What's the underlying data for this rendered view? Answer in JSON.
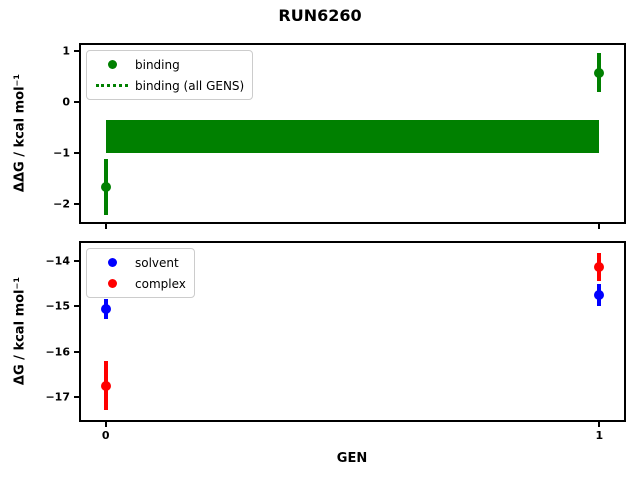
{
  "figure": {
    "title": "RUN6260",
    "background": "#ffffff"
  },
  "colors": {
    "binding": "#008000",
    "solvent": "#0000ff",
    "complex": "#ff0000",
    "axis": "#000000",
    "legend_border": "#cccccc"
  },
  "chart_data": [
    {
      "type": "scatter",
      "id": "binding-subplot",
      "xlabel": "",
      "ylabel": "ΔΔG / kcal mol⁻¹",
      "xlim": [
        -0.05,
        1.05
      ],
      "ylim": [
        -2.35,
        1.11
      ],
      "yticks": [
        1,
        0,
        -1,
        -2
      ],
      "ytick_labels": [
        "1",
        "0",
        "−1",
        "−2"
      ],
      "xticks": [
        0,
        1
      ],
      "xtick_labels": [
        "",
        ""
      ],
      "grid": false,
      "legend_position": "upper-left",
      "series": [
        {
          "name": "binding",
          "color": "#008000",
          "marker": "circle",
          "x": [
            0,
            1
          ],
          "y": [
            -1.67,
            0.57
          ],
          "yerr": [
            0.55,
            0.38
          ]
        }
      ],
      "band": {
        "name": "binding (all GENS)",
        "color": "#008000",
        "x_range": [
          0,
          1
        ],
        "ymin": -1.0,
        "ymax": -0.35,
        "center": -0.675,
        "line_style": "dotted"
      },
      "legend": [
        {
          "label": "binding",
          "marker": "dot",
          "color": "#008000"
        },
        {
          "label": "binding (all GENS)",
          "marker": "dotted-line",
          "color": "#008000"
        }
      ]
    },
    {
      "type": "scatter",
      "id": "free-energy-subplot",
      "xlabel": "GEN",
      "ylabel": "ΔG / kcal mol⁻¹",
      "xlim": [
        -0.05,
        1.05
      ],
      "ylim": [
        -17.51,
        -13.6
      ],
      "yticks": [
        -14,
        -15,
        -16,
        -17
      ],
      "ytick_labels": [
        "−14",
        "−15",
        "−16",
        "−17"
      ],
      "xticks": [
        0,
        1
      ],
      "xtick_labels": [
        "0",
        "1"
      ],
      "grid": false,
      "legend_position": "upper-left",
      "series": [
        {
          "name": "solvent",
          "color": "#0000ff",
          "marker": "circle",
          "x": [
            0,
            1
          ],
          "y": [
            -15.05,
            -14.75
          ],
          "yerr": [
            0.22,
            0.25
          ]
        },
        {
          "name": "complex",
          "color": "#ff0000",
          "marker": "circle",
          "x": [
            0,
            1
          ],
          "y": [
            -16.75,
            -14.12
          ],
          "yerr": [
            0.55,
            0.31
          ]
        }
      ],
      "legend": [
        {
          "label": "solvent",
          "marker": "dot",
          "color": "#0000ff"
        },
        {
          "label": "complex",
          "marker": "dot",
          "color": "#ff0000"
        }
      ]
    }
  ]
}
